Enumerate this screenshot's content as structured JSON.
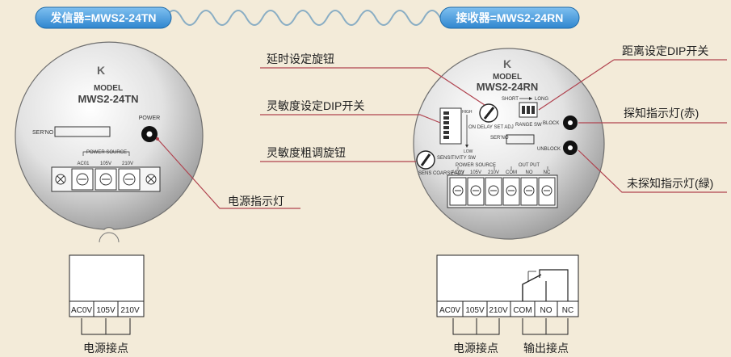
{
  "transmitter_badge": "发信器=MWS2-24TN",
  "receiver_badge": "接收器=MWS2-24RN",
  "tx": {
    "model_label": "MODEL",
    "model_name": "MWS2-24TN",
    "serno_label": "SER'NO",
    "power_label": "POWER",
    "power_source_label": "POWER SOURCE",
    "terminal_labels": [
      "AC01",
      "105V",
      "210V"
    ]
  },
  "rx": {
    "model_label": "MODEL",
    "model_name": "MWS2-24RN",
    "short_label": "SHORT",
    "long_label": "LONG",
    "range_sw_label": "RANGE SW",
    "block_label": "BLOCK",
    "unblock_label": "UNBLOCK",
    "high_label": "HIGH",
    "low_label": "LOW",
    "on_delay_label": "ON DELAY SET ADJ",
    "sensitivity_sw_label": "SENSITIVITY SW",
    "serno_label": "SER'NO",
    "sens_coarse_label": "SENS COARSE ADJ",
    "power_source_label": "POWER SOURCE",
    "output_label": "OUT PUT",
    "terminal_labels": [
      "AC0V",
      "105V",
      "210V",
      "COM",
      "NO",
      "NC"
    ]
  },
  "callouts": {
    "delay_knob": "延时设定旋钮",
    "sens_dip": "灵敏度设定DIP开关",
    "sens_coarse": "灵敏度粗调旋钮",
    "power_led": "电源指示灯",
    "range_dip": "距离设定DIP开关",
    "detect_led": "探知指示灯(赤)",
    "undetect_led": "未探知指示灯(緑)"
  },
  "wiring": {
    "tx_terminals": [
      "AC0V",
      "105V",
      "210V"
    ],
    "rx_terminals": [
      "AC0V",
      "105V",
      "210V",
      "COM",
      "NO",
      "NC"
    ],
    "tx_group_label": "电源接点",
    "rx_power_group_label": "电源接点",
    "rx_output_group_label": "输出接点"
  }
}
